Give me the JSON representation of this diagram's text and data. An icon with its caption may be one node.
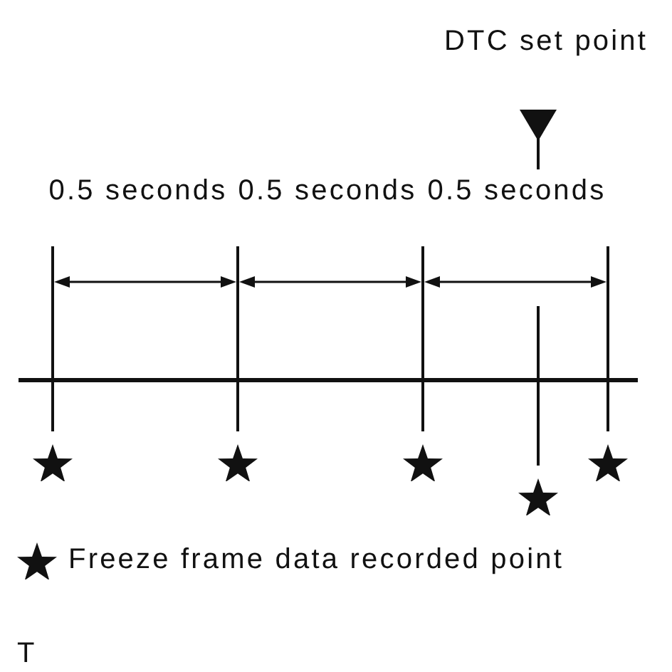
{
  "diagram": {
    "labels": [
      "DTC set point",
      "0.5 seconds",
      "0.5 seconds",
      "0.5 seconds",
      "T"
    ],
    "legend": [
      {
        "text": "Freeze frame data recorded point"
      }
    ]
  }
}
